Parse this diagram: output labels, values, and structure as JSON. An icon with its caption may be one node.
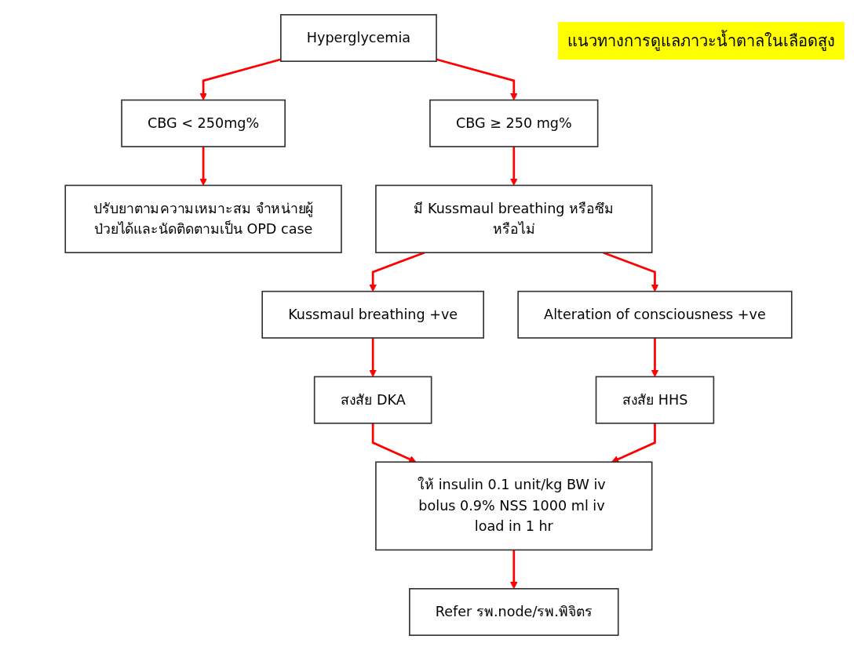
{
  "diagram": {
    "title": "แนวทางการดูแลภาวะน้ำตาลในเลือดสูง",
    "nodes": [
      {
        "text": [
          "Hyperglycemia"
        ]
      },
      {
        "text": [
          "CBG < 250mg%"
        ]
      },
      {
        "text": [
          "CBG ≥ 250 mg%"
        ]
      },
      {
        "text": [
          "ปรับยาตามความเหมาะสม จำหน่ายผู้ป่วยได้และนัดติดตามเป็น OPD case"
        ]
      },
      {
        "text": [
          "มี Kussmaul breathing หรือซึมหรือไม่"
        ]
      },
      {
        "text": [
          "Kussmaul breathing +ve"
        ]
      },
      {
        "text": [
          "Alteration of consciousness +ve"
        ]
      },
      {
        "text": [
          "สงสัย DKA"
        ]
      },
      {
        "text": [
          "สงสัย HHS"
        ]
      },
      {
        "text": [
          "ให้ insulin 0.1 unit/kg BW iv bolus 0.9% NSS 1000 ml iv load in 1 hr"
        ]
      },
      {
        "text": [
          "Refer รพ.node/รพ.พิจิตร"
        ]
      }
    ],
    "edges": [
      {
        "from": 0,
        "to": 1,
        "arrow": "to"
      },
      {
        "from": 0,
        "to": 2,
        "arrow": "to"
      },
      {
        "from": 1,
        "to": 3,
        "arrow": "to"
      },
      {
        "from": 2,
        "to": 4,
        "arrow": "to"
      },
      {
        "from": 4,
        "to": 5,
        "arrow": "to"
      },
      {
        "from": 4,
        "to": 6,
        "arrow": "to"
      },
      {
        "from": 5,
        "to": 7,
        "arrow": "to"
      },
      {
        "from": 6,
        "to": 8,
        "arrow": "to"
      },
      {
        "from": 7,
        "to": 9,
        "arrow": "to"
      },
      {
        "from": 8,
        "to": 9,
        "arrow": "to"
      },
      {
        "from": 9,
        "to": 10,
        "arrow": "to"
      }
    ]
  }
}
